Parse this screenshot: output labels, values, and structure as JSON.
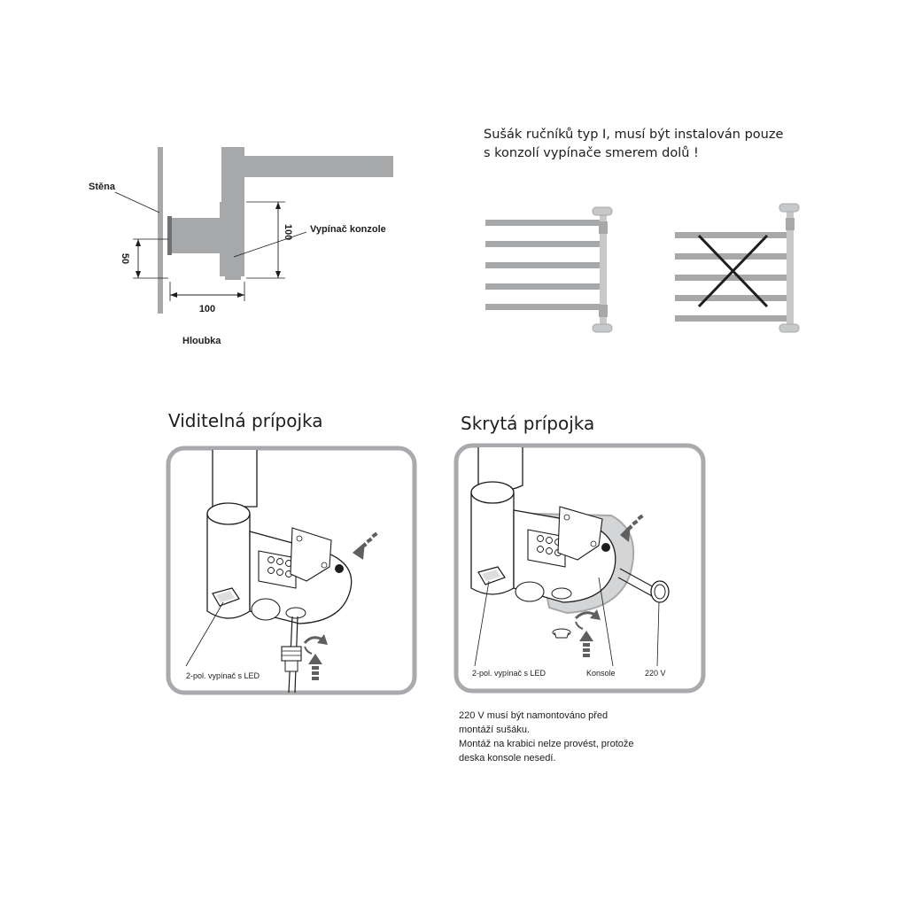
{
  "labels": {
    "stena": "Stěna",
    "vypinac_konzole": "Vypínač konzole",
    "hloubka": "Hloubka",
    "dim_100_width": "100",
    "dim_100_height": "100",
    "dim_50": "50"
  },
  "warning": {
    "line1": "Sušák ručníků typ I, musí být instalován pouze",
    "line2": "s konzolí vypínače smerem dolů !"
  },
  "panels": {
    "visible": {
      "title": "Viditelná prípojka",
      "switch_label": "2-pol. vypínač s LED"
    },
    "hidden": {
      "title": "Skrytá prípojka",
      "switch_label": "2-pol. vypínač s LED",
      "konsole_label": "Konsole",
      "voltage_label": "220 V"
    }
  },
  "footnote": {
    "line1": "220 V musí být namontováno před",
    "line2": "montáží sušáku.",
    "line3": "Montáž na krabici nelze provést, protože",
    "line4": "deska konsole nesedí."
  },
  "colors": {
    "gray_fill": "#a7a8aa",
    "panel_border": "#a9aaad",
    "ink": "#1d1d1b",
    "light_gray": "#d4d5d6"
  }
}
